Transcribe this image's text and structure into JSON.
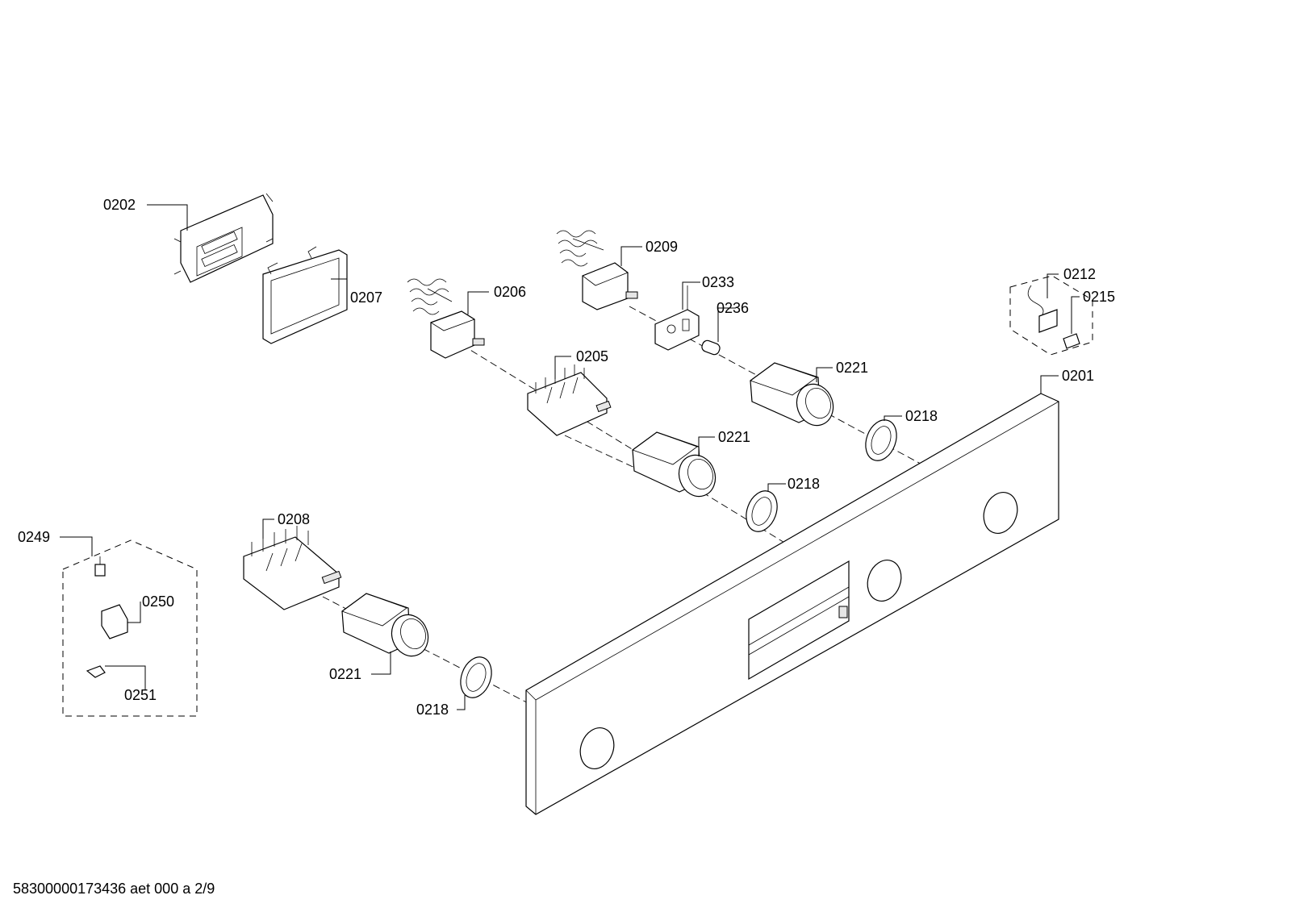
{
  "diagram": {
    "labels": {
      "p0202": "0202",
      "p0207": "0207",
      "p0206": "0206",
      "p0209": "0209",
      "p0233": "0233",
      "p0236": "0236",
      "p0212": "0212",
      "p0215": "0215",
      "p0205": "0205",
      "p0221_top": "0221",
      "p0201": "0201",
      "p0218_top": "0218",
      "p0221_mid": "0221",
      "p0218_mid": "0218",
      "p0208": "0208",
      "p0249": "0249",
      "p0250": "0250",
      "p0221_low": "0221",
      "p0251": "0251",
      "p0218_low": "0218"
    }
  },
  "footer": {
    "doc_id": "58300000173436 aet 000 a 2/9"
  }
}
